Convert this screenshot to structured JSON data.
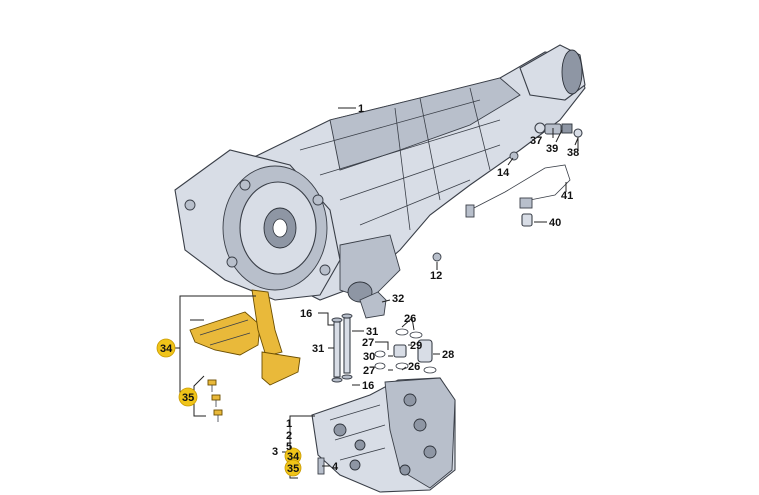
{
  "callouts": {
    "c1": "1",
    "c2": "2",
    "c3": "3",
    "c4": "4",
    "c5": "5",
    "c12": "12",
    "c14": "14",
    "c16a": "16",
    "c16b": "16",
    "c26a": "26",
    "c26b": "26",
    "c27a": "27",
    "c27b": "27",
    "c28": "28",
    "c29": "29",
    "c30": "30",
    "c31a": "31",
    "c31b": "31",
    "c32": "32",
    "c34a": "34",
    "c34b": "34",
    "c35a": "35",
    "c35b": "35",
    "c37": "37",
    "c38": "38",
    "c39": "39",
    "c40": "40",
    "c41": "41"
  },
  "colors": {
    "highlight": "#f0c419",
    "part_body": "#d8dde6",
    "bracket_part": "#e9b93a"
  }
}
